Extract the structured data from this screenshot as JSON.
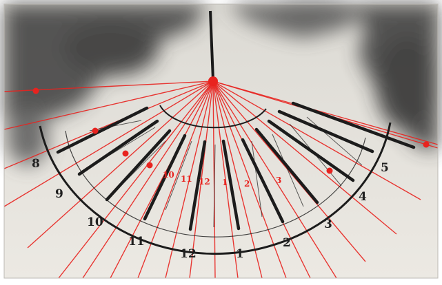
{
  "photo": {
    "colors": {
      "wall": "#e9e6df",
      "shadow": "#4a4a4a",
      "red": "#e8231f",
      "ink": "#222222"
    },
    "hour_labels_outer": [
      "8",
      "9",
      "10",
      "11",
      "12",
      "1",
      "2",
      "3",
      "4",
      "5"
    ],
    "hour_labels_inner_red": [
      "10",
      "11",
      "12",
      "1",
      "2",
      "3"
    ]
  }
}
